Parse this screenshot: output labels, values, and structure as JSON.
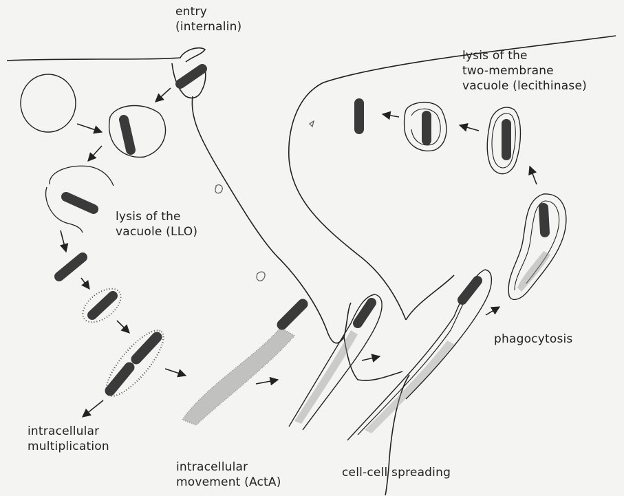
{
  "labels": {
    "entry": {
      "line1": "entry",
      "line2": "(internalin)"
    },
    "lysis_vacuole": {
      "line1": "lysis of the",
      "line2": "vacuole (LLO)"
    },
    "lysis_two_membrane": {
      "line1": "lysis of the",
      "line2": "two-membrane",
      "line3": "vacuole (lecithinase)"
    },
    "intracellular_multiplication": {
      "line1": "intracellular",
      "line2": "multiplication"
    },
    "intracellular_movement": {
      "line1": "intracellular",
      "line2": "movement (ActA)"
    },
    "cell_cell_spreading": {
      "line1": "cell-cell spreading"
    },
    "phagocytosis": {
      "line1": "phagocytosis"
    }
  },
  "colors": {
    "background": "#f4f4f2",
    "ink": "#222222",
    "bacterium": "#3a3a3a"
  }
}
